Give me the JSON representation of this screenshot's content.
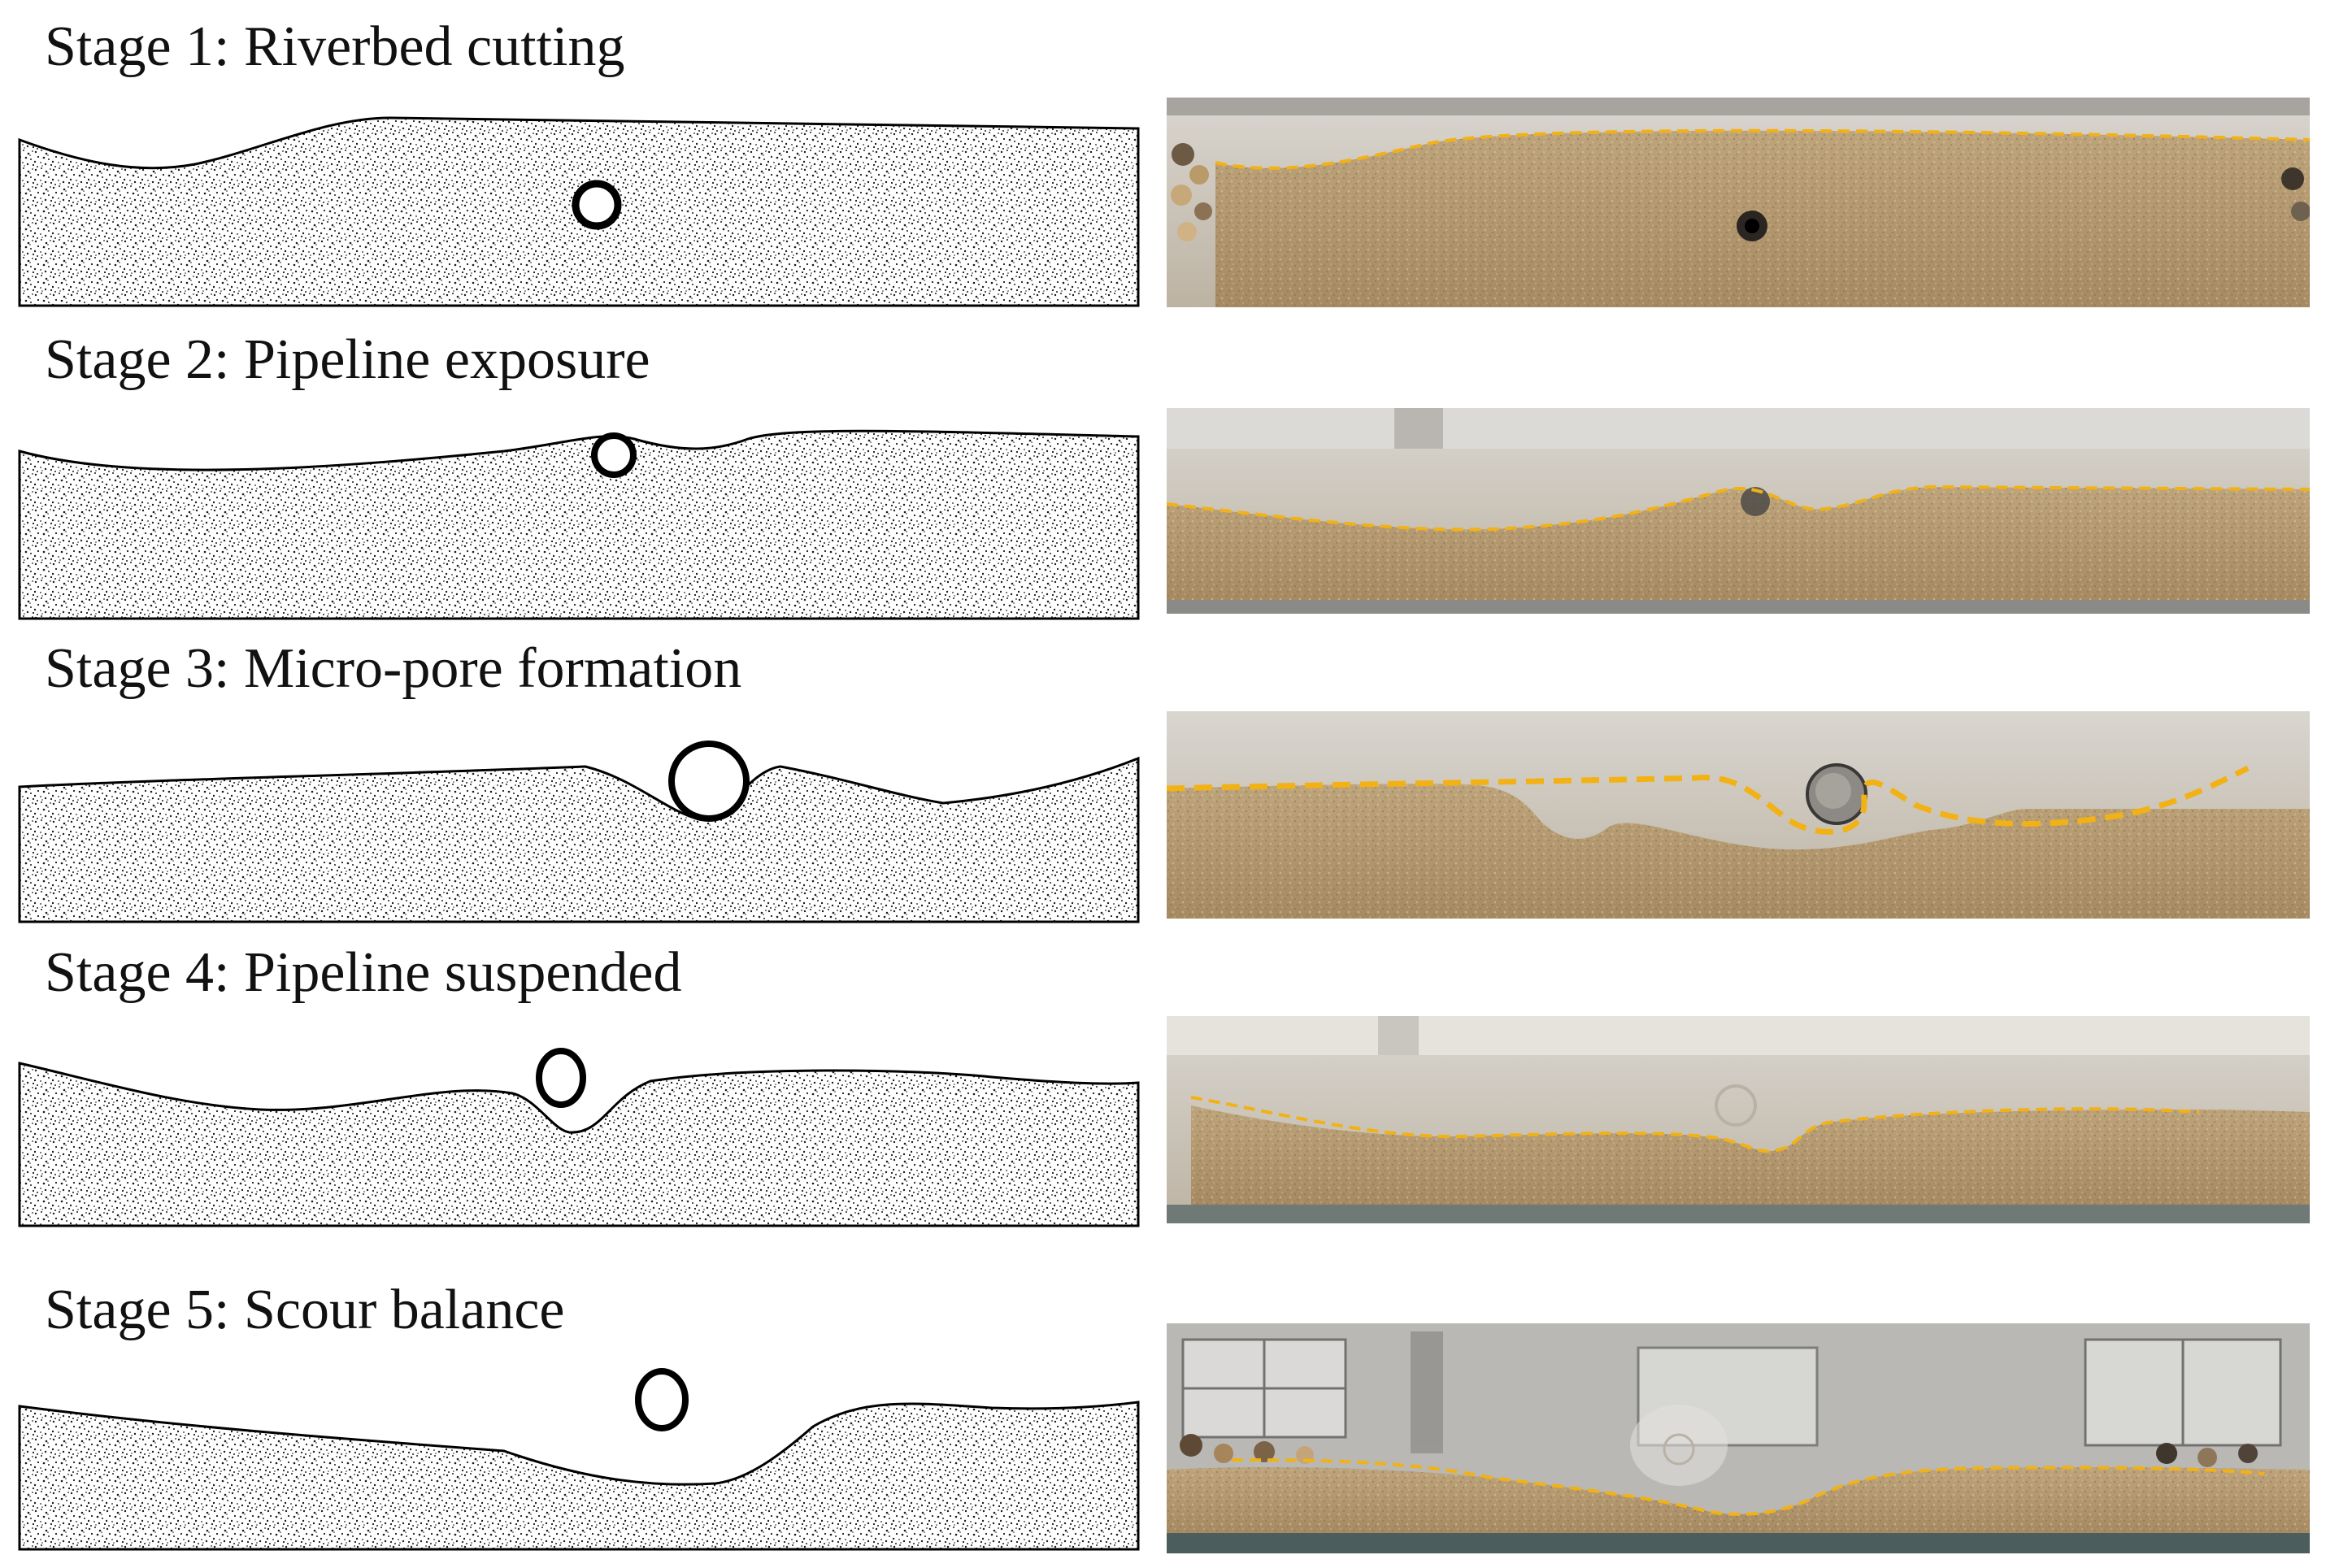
{
  "figure": {
    "stages": [
      {
        "id": 1,
        "title": "Stage 1: Riverbed cutting"
      },
      {
        "id": 2,
        "title": "Stage 2: Pipeline exposure"
      },
      {
        "id": 3,
        "title": "Stage 3: Micro-pore formation"
      },
      {
        "id": 4,
        "title": "Stage 4: Pipeline suspended"
      },
      {
        "id": 5,
        "title": "Stage 5: Scour balance"
      }
    ],
    "colors": {
      "sand_sketch_fill": "#ffffff",
      "sand_dots": "#1a1a1a",
      "bed_outline": "#000000",
      "pipe_outline": "#000000",
      "photo_sand": "#b49a72",
      "photo_water": "#cfc8bd",
      "scour_profile_line": "#f2b216"
    }
  }
}
